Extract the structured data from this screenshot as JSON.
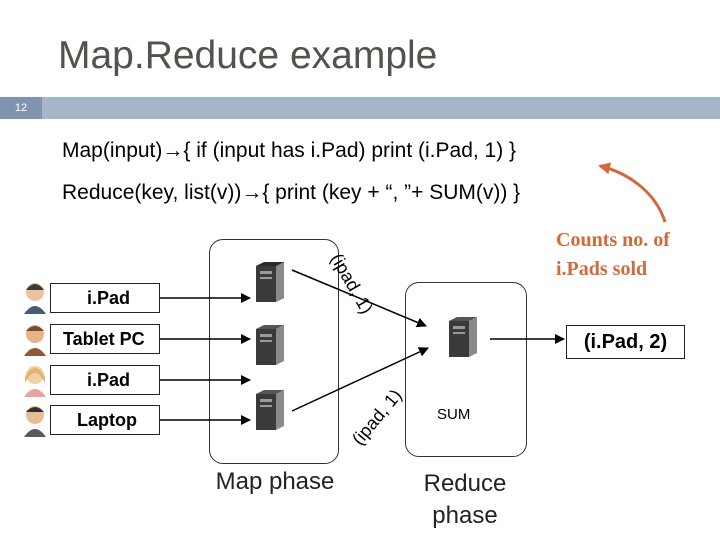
{
  "slide": {
    "title": "Map.Reduce example",
    "number": "12"
  },
  "code": {
    "map_prefix": "Map(input)",
    "map_body": "{ if (input has i.Pad) print (i.Pad, 1) }",
    "reduce_prefix": "Reduce(key, list(v))",
    "reduce_body": "{ print (key + “, ”+ SUM(v)) }",
    "arrow_glyph": "→"
  },
  "annotation": {
    "line1": "Counts no. of",
    "line2": "i.Pads sold",
    "color": "#d06a3a"
  },
  "inputs": [
    "i.Pad",
    "Tablet PC",
    "i.Pad",
    "Laptop"
  ],
  "intermediate_pairs": {
    "top": "(ipad, 1)",
    "bottom": "(ipad, 1)"
  },
  "reducer_label": "SUM",
  "output": "(i.Pad,  2)",
  "phases": {
    "map": "Map phase",
    "reduce": "Reduce phase"
  },
  "icons": {
    "user": "user-avatar-icon",
    "server": "server-icon"
  },
  "colors": {
    "title": "#55514d",
    "slide_bar": "#a6b5c8",
    "slide_num_bg": "#7f94ae",
    "annotation": "#d06a3a"
  }
}
